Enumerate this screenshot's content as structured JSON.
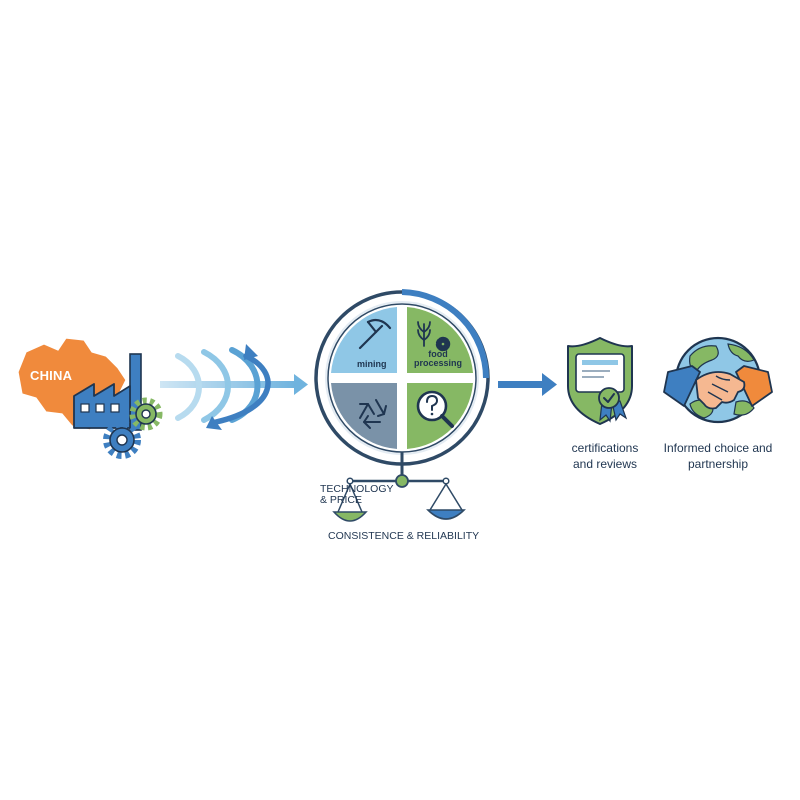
{
  "origin": {
    "country_label": "CHINA"
  },
  "segments": {
    "mining_label": "mining",
    "food_processing_label": "food processing"
  },
  "balance": {
    "left_label": "TECHNOLOGY & PRICE",
    "bottom_label": "CONSISTENCE & RELIABILITY"
  },
  "outcomes": {
    "certifications_label": "certifications and reviews",
    "partnership_label": "Informed choice and partnership"
  },
  "icons": {
    "origin_map": "china-map-icon",
    "factory": "factory-icon",
    "gears": "gear-icon",
    "flow": "curved-arrows-icon",
    "mining": "pickaxe-icon",
    "food_processing": "wheat-gear-icon",
    "recycling": "recycle-icon",
    "inspection": "magnifier-question-icon",
    "balance": "balance-scale-icon",
    "certification": "shield-certificate-icon",
    "partnership": "handshake-globe-icon"
  },
  "colors": {
    "orange": "#f08a3c",
    "blue": "#3e7fc1",
    "light_blue": "#8fc7e6",
    "green": "#86b864",
    "slate": "#7a92a8",
    "navy": "#1f3550"
  }
}
